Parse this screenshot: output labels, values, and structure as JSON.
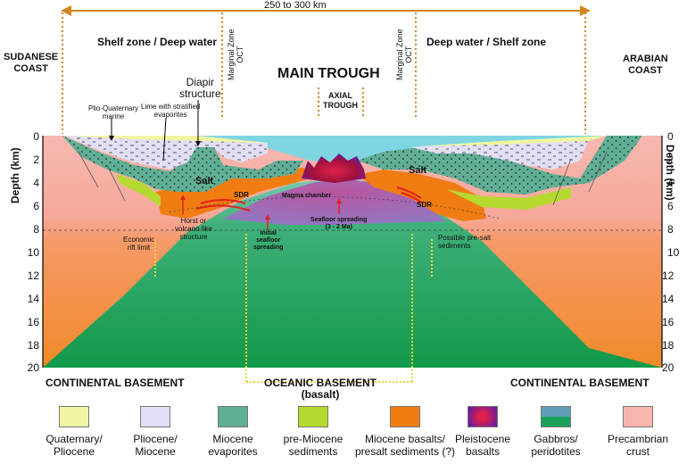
{
  "header": {
    "width_label": "250 to 300 km",
    "left_coast": "SUDANESE\nCOAST",
    "right_coast": "ARABIAN\nCOAST",
    "left_zone": "Shelf zone / Deep water",
    "right_zone": "Deep water / Shelf zone",
    "main_trough": "MAIN TROUGH",
    "axial_trough": "AXIAL\nTROUGH",
    "marginal_left": "Marginal Zone\nOCT",
    "marginal_right": "Marginal Zone\nOCT"
  },
  "axes": {
    "left_label": "Depth (km)",
    "right_label": "Depth (km)",
    "ticks": [
      "0",
      "2",
      "4",
      "6",
      "8",
      "10",
      "12",
      "14",
      "16",
      "18",
      "20"
    ]
  },
  "annotations": {
    "plio_quaternary": "Plio-Quaternary\nmarine",
    "lime": "Lime with stratified\nevaporites",
    "diapir": "Diapir\nstructure",
    "salt_left": "Salt",
    "salt_right": "Salt",
    "sdr_left": "SDR",
    "sdr_right": "SDR",
    "magma_chamber": "Magma chamber",
    "horst": "Horst or\nvolcano like\nstructure",
    "economic_rift": "Economic\nrift limit",
    "initial_spreading": "Initial\nseafloor\nspreading",
    "seafloor_spreading": "Seafloor spreading\n(3 - 2 Ma)",
    "possible_presalt": "Possible pre-salt\nsediments"
  },
  "basement": {
    "left": "CONTINENTAL BASEMENT",
    "right": "CONTINENTAL BASEMENT",
    "oceanic": "OCEANIC BASEMENT\n(basalt)"
  },
  "legend": [
    {
      "label": "Quaternary/\nPliocene",
      "color": "#f0f5a2"
    },
    {
      "label": "Pliocene/\nMiocene",
      "color": "#e2def5"
    },
    {
      "label": "Miocene\nevaporites",
      "color": "#5fae95"
    },
    {
      "label": "pre-Miocene\nsediments",
      "color": "#b6d930"
    },
    {
      "label": "Miocene basalts/\npresalt sediments (?)",
      "color": "#f07c12"
    },
    {
      "label": "Pleistocene\nbasalts",
      "color": "#a1123c"
    },
    {
      "label": "Gabbros/\nperidotites",
      "color": "#5e9fb8"
    },
    {
      "label": "Precambrian\ncrust",
      "color": "#f7b5ad"
    }
  ]
}
